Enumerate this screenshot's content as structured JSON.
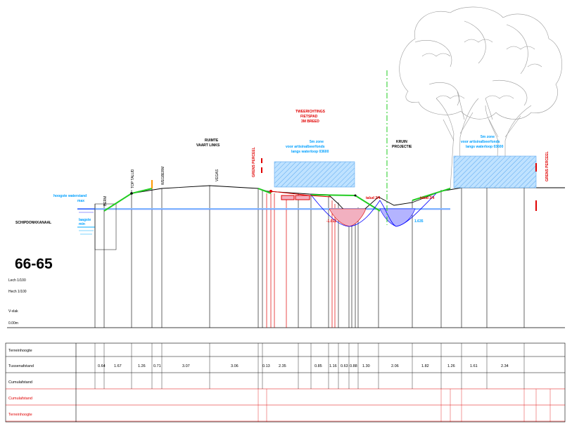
{
  "section_id": "66-65",
  "scale": {
    "length": "Lech 1/100",
    "height": "Hech 1/100"
  },
  "reference": {
    "label": "V-vlak",
    "value": "0.00m"
  },
  "labels": {
    "canal": "SCHIPDONKKANAAL",
    "max_water": [
      "hoogste waterstand",
      "max"
    ],
    "min_water": [
      "laagste",
      "min"
    ],
    "bike_path": [
      "TWEERICHTINGS",
      "FIETSPAD",
      "3M BREED"
    ],
    "buffer_left": [
      "5m zone",
      "voor artisinalbeerfonds",
      "langs waterloop 03600"
    ],
    "buffer_right": [
      "5m zone",
      "voor artisinalbeerfonds",
      "langs waterloop 03600"
    ],
    "ruimte": [
      "RUIMTE",
      "VAART LINKS"
    ],
    "kruin": [
      "KRUIN",
      "PROJECTIE"
    ],
    "slope_left": "talud 2/4",
    "slope_right": "talud 2/4",
    "depth_left": "-1.013",
    "depth_right": "1.635",
    "vertical": [
      "BERM",
      "TOP TALUD",
      "WEGBERM",
      "VEGAS",
      "GRENS PERCEEL",
      "GRENS PERCEEL"
    ]
  },
  "table": {
    "rows": [
      "Terreinhoogte",
      "Tussenafstand",
      "Cumulafstand",
      "Cumulafstand",
      "Terreinhoogte"
    ],
    "distances": [
      "0.64",
      "1.67",
      "1.26",
      "0.71",
      "3.07",
      "3.06",
      "0.13",
      "2.35",
      "0.85",
      "1.16",
      "0.63",
      "0.88",
      "1.30",
      "2.06",
      "1.82",
      "1.26",
      "1.61",
      "2.34"
    ]
  },
  "colors": {
    "ground": "#000000",
    "green": "#22cc22",
    "red": "#e00000",
    "blue": "#0000ff",
    "cyan": "#00aaff",
    "hatch": "#88c8ff",
    "water_red": "#f2b0c0",
    "water_blue": "#b0b0ff"
  }
}
